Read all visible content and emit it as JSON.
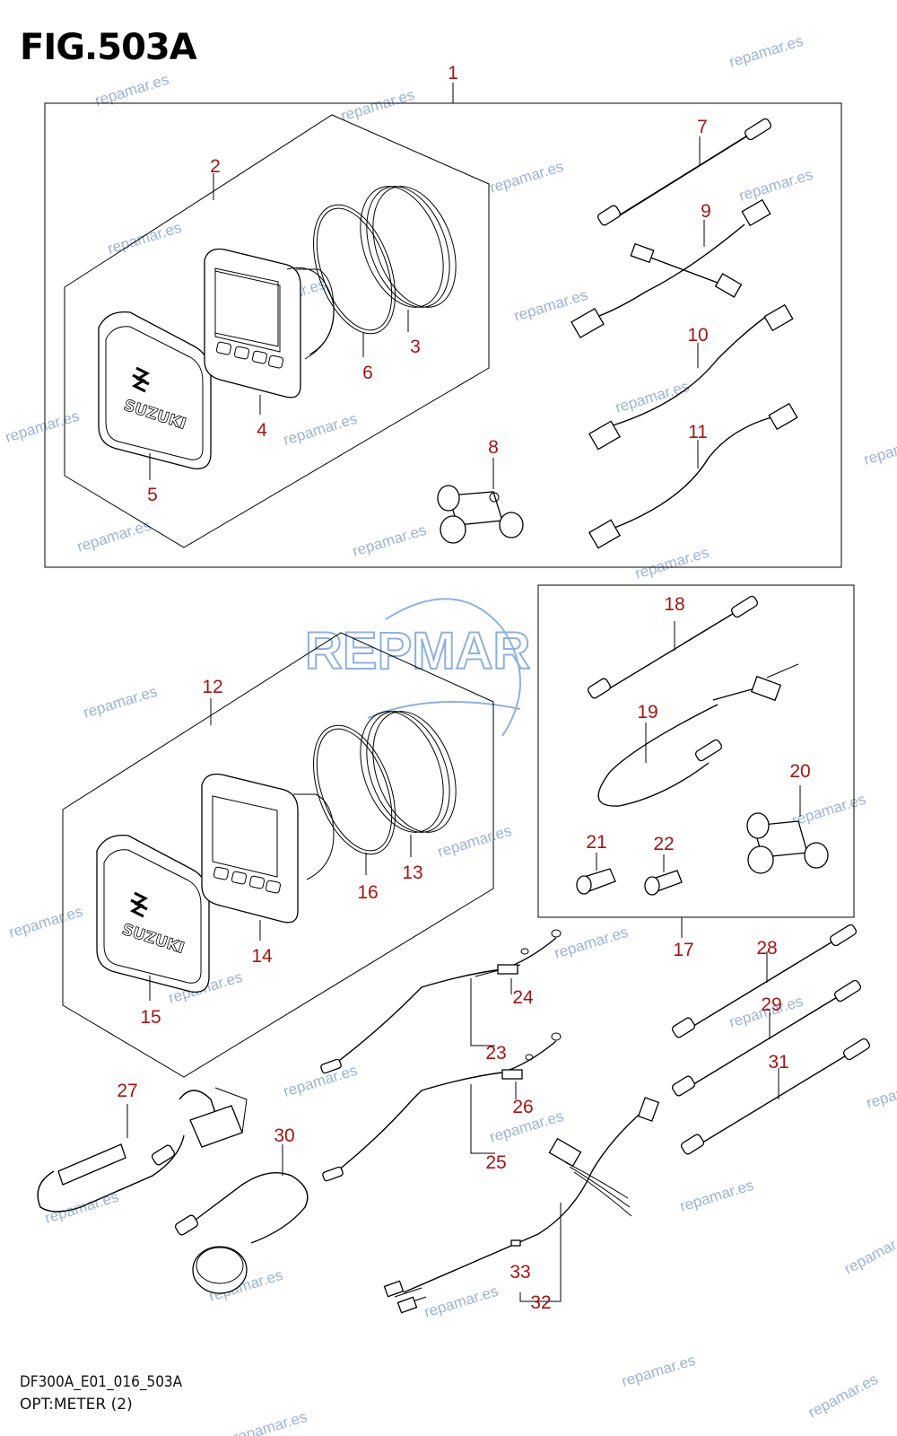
{
  "figure": {
    "title": "FIG.503A",
    "code": "DF300A_E01_016_503A",
    "subtitle": "OPT:METER (2)"
  },
  "brand_label": "SUZUKI",
  "watermark": {
    "text": "repamar.es",
    "logo_text": "REPMAR"
  },
  "callouts": {
    "c1": "1",
    "c2": "2",
    "c3": "3",
    "c4": "4",
    "c5": "5",
    "c6": "6",
    "c7": "7",
    "c8": "8",
    "c9": "9",
    "c10": "10",
    "c11": "11",
    "c12": "12",
    "c13": "13",
    "c14": "14",
    "c15": "15",
    "c16": "16",
    "c17": "17",
    "c18": "18",
    "c19": "19",
    "c20": "20",
    "c21": "21",
    "c22": "22",
    "c23": "23",
    "c24": "24",
    "c25": "25",
    "c26": "26",
    "c27": "27",
    "c28": "28",
    "c29": "29",
    "c30": "30",
    "c31": "31",
    "c32": "32",
    "c33": "33"
  },
  "colors": {
    "callout": "#a31515",
    "watermark": "#9bb3d6",
    "line": "#000000"
  }
}
